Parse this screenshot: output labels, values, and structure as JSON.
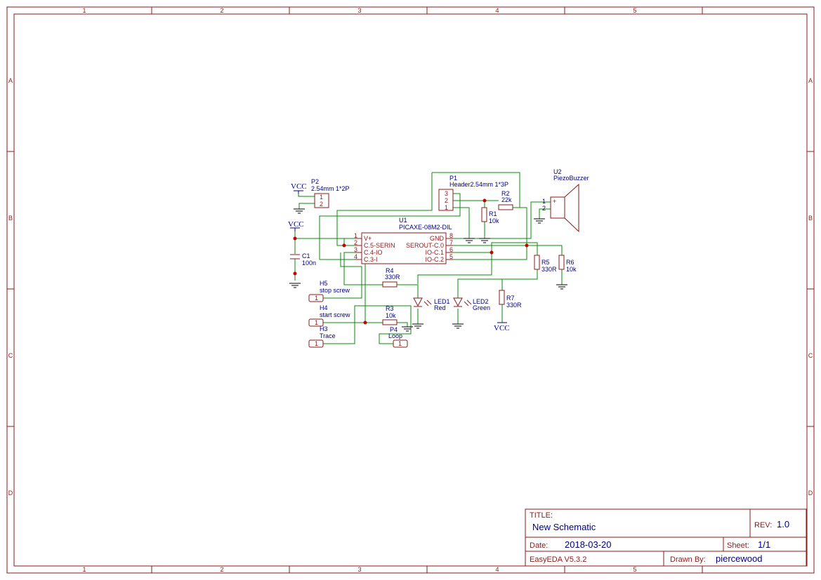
{
  "zones": {
    "columns": [
      "1",
      "2",
      "3",
      "4",
      "5"
    ],
    "rows": [
      "A",
      "B",
      "C",
      "D"
    ]
  },
  "power": {
    "vcc": "VCC"
  },
  "components": {
    "p2": {
      "ref": "P2",
      "value": "2.54mm 1*2P",
      "pins": [
        "1",
        "2"
      ]
    },
    "p1": {
      "ref": "P1",
      "value": "Header2.54mm 1*3P",
      "pins": [
        "3",
        "2",
        "1"
      ]
    },
    "u2": {
      "ref": "U2",
      "value": "PiezoBuzzer",
      "pins": [
        "1",
        "2"
      ],
      "plus": "+"
    },
    "r2": {
      "ref": "R2",
      "value": "22k"
    },
    "r1": {
      "ref": "R1",
      "value": "10k"
    },
    "u1": {
      "ref": "U1",
      "value": "PICAXE-08M2-DIL",
      "left_pins": [
        {
          "num": "1",
          "name": "V+"
        },
        {
          "num": "2",
          "name": "C.5-SERIN"
        },
        {
          "num": "3",
          "name": "C.4-IO"
        },
        {
          "num": "4",
          "name": "C.3-I"
        }
      ],
      "right_pins": [
        {
          "num": "8",
          "name": "GND"
        },
        {
          "num": "7",
          "name": "SEROUT-C.0"
        },
        {
          "num": "6",
          "name": "IO-C.1"
        },
        {
          "num": "5",
          "name": "IO-C.2"
        }
      ]
    },
    "c1": {
      "ref": "C1",
      "value": "100n"
    },
    "r5": {
      "ref": "R5",
      "value": "330R"
    },
    "r6": {
      "ref": "R6",
      "value": "10k"
    },
    "r4": {
      "ref": "R4",
      "value": "330R"
    },
    "h5": {
      "ref": "H5",
      "value": "stop screw",
      "pin": "1"
    },
    "h4": {
      "ref": "H4",
      "value": "start screw",
      "pin": "1"
    },
    "h3": {
      "ref": "H3",
      "value": "Trace",
      "pin": "1"
    },
    "r3": {
      "ref": "R3",
      "value": "10k"
    },
    "p4": {
      "ref": "P4",
      "value": "Loop",
      "pin": "1"
    },
    "led1": {
      "ref": "LED1",
      "value": "Red"
    },
    "led2": {
      "ref": "LED2",
      "value": "Green"
    },
    "r7": {
      "ref": "R7",
      "value": "330R"
    }
  },
  "title_block": {
    "title_label": "TITLE:",
    "title": "New Schematic",
    "rev_label": "REV:",
    "rev": "1.0",
    "date_label": "Date:",
    "date": "2018-03-20",
    "sheet_label": "Sheet:",
    "sheet": "1/1",
    "tool": "EasyEDA V5.3.2",
    "drawn_label": "Drawn By:",
    "drawn_by": "piercewood"
  }
}
